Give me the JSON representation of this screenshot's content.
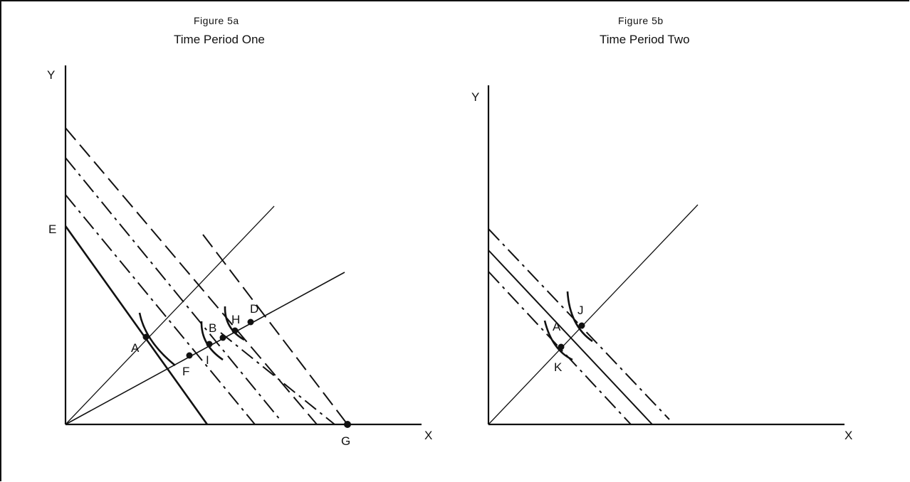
{
  "figure_a": {
    "label": "Figure 5a",
    "title": "Time Period One",
    "axes": {
      "y": "Y",
      "x": "X"
    },
    "points": {
      "E": "E",
      "A": "A",
      "F": "F",
      "I": "I",
      "B": "B",
      "H": "H",
      "D": "D",
      "G": "G"
    }
  },
  "figure_b": {
    "label": "Figure 5b",
    "title": "Time Period Two",
    "axes": {
      "y": "Y",
      "x": "X"
    },
    "points": {
      "A": "A",
      "J": "J",
      "K": "K"
    }
  }
}
